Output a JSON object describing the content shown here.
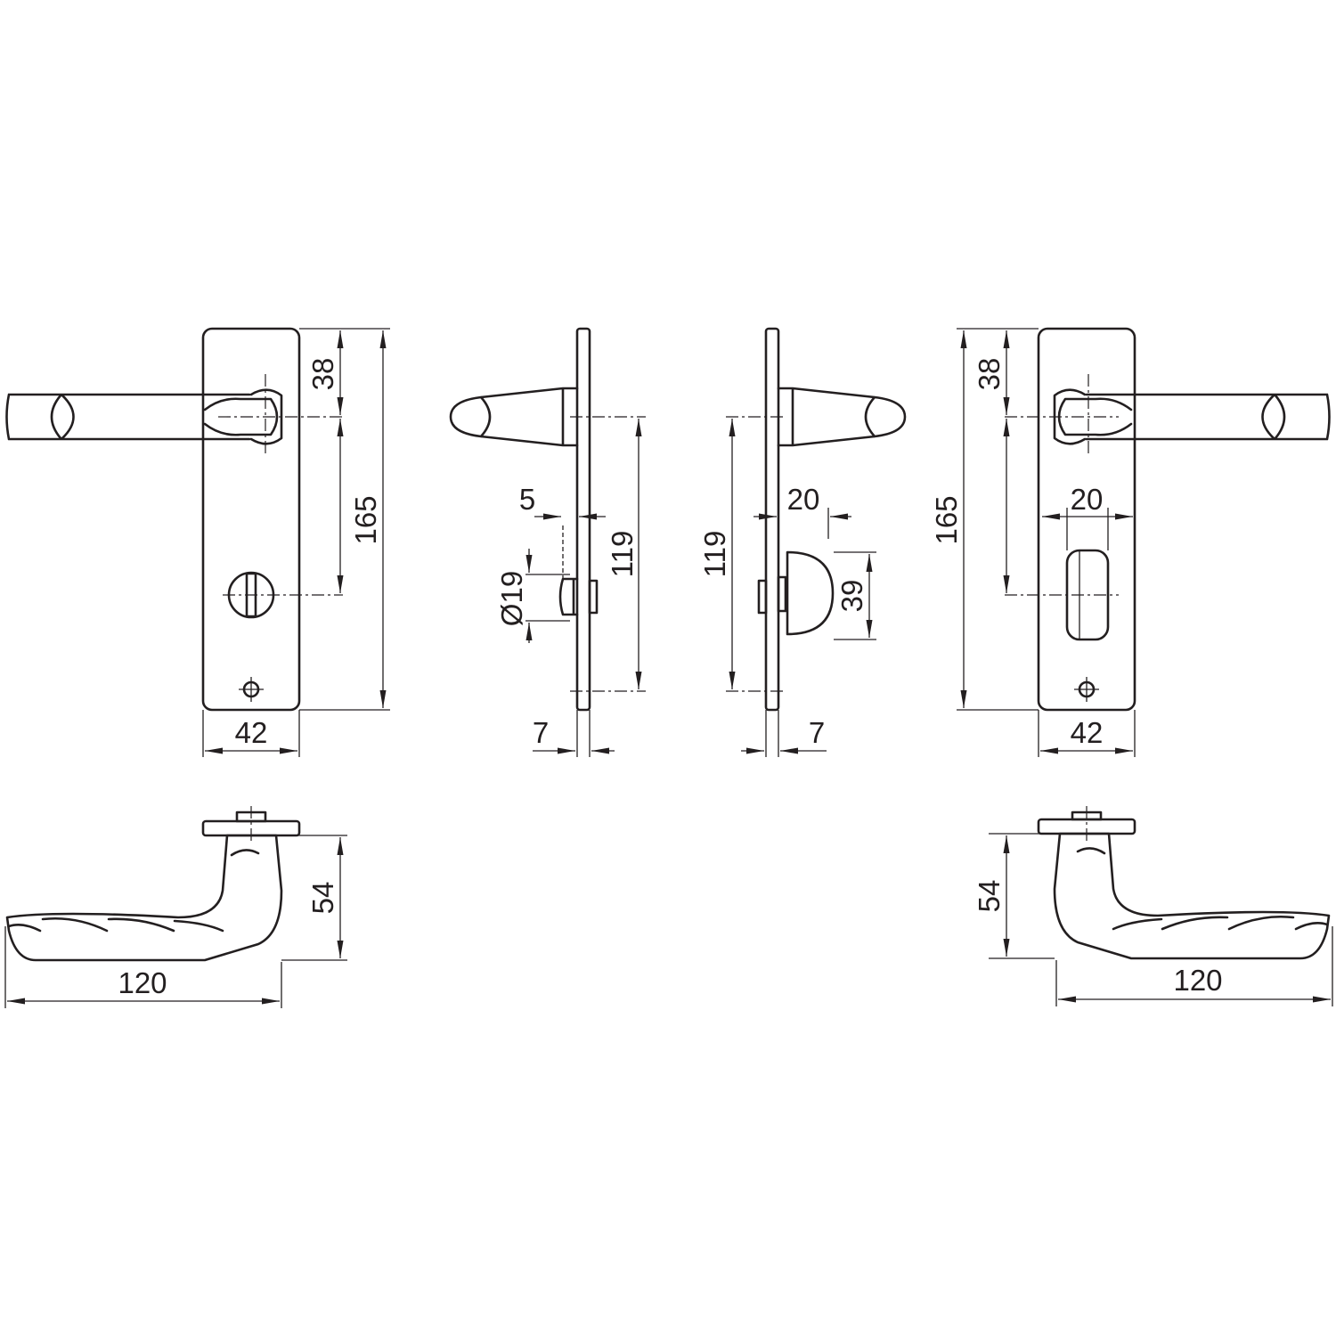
{
  "colors": {
    "line": "#231f20",
    "background": "#ffffff"
  },
  "views": {
    "front_left": {
      "height": "165",
      "top_to_axis": "38",
      "axis_to_spindle": "",
      "width": "42"
    },
    "side_left": {
      "distance": "119",
      "offset": "5",
      "diameter": "Ø19",
      "thickness": "7"
    },
    "side_right": {
      "distance": "119",
      "turn_width": "20",
      "turn_height": "39",
      "thickness": "7"
    },
    "front_right": {
      "height": "165",
      "top_to_axis": "38",
      "turn_width": "20",
      "width": "42"
    },
    "lever_left": {
      "length": "120",
      "projection": "54"
    },
    "lever_right": {
      "length": "120",
      "projection": "54"
    }
  }
}
